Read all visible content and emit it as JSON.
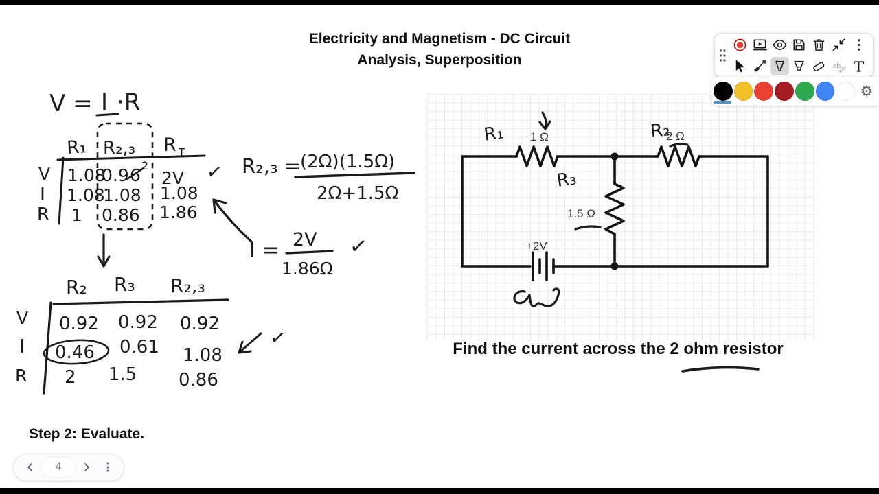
{
  "window": {
    "title_line1": "Electricity and Magnetism - DC Circuit",
    "title_line2": "Analysis, Superposition"
  },
  "notes": {
    "ohms_law": {
      "lhs": "V =",
      "i": "I",
      "dot_r": "·R"
    },
    "table1": {
      "h1": "R₁",
      "h2": "R₂,₃",
      "h3_base": "R",
      "h3_sub": "T",
      "rowV": "V",
      "rowI": "I",
      "rowR": "R",
      "v1": "1.08",
      "v2_base": "0.9",
      "v2_struck": "6",
      "v2_sup": "2",
      "v3": "2V",
      "check": "✓",
      "i1": "1.08",
      "i2": "1.08",
      "i3": "1.08",
      "r1": "1",
      "r2": "0.86",
      "r3": "1.86"
    },
    "r23_formula": {
      "lhs": "R₂,₃ =",
      "num": "(2Ω)(1.5Ω)",
      "den": "2Ω+1.5Ω"
    },
    "current_formula": {
      "lhs": "I =",
      "num": "2V",
      "den": "1.86Ω",
      "check": "✓"
    },
    "table2": {
      "h1": "R₂",
      "h2": "R₃",
      "h3": "R₂,₃",
      "rowV": "V",
      "rowI": "I",
      "rowR": "R",
      "v1": "0.92",
      "v2": "0.92",
      "v3": "0.92",
      "i1": "0.46",
      "i2": "0.61",
      "i3": "1.08",
      "check": "✓",
      "r1": "2",
      "r2": "1.5",
      "r3": "0.86"
    }
  },
  "circuit": {
    "r1_label": "R₁",
    "r1_value": "1 Ω",
    "r2_label": "R₂",
    "r2_value": "2 Ω",
    "r3_label": "R₃",
    "r3_value": "1.5 Ω",
    "battery_label": "+2V"
  },
  "problem_text": "Find the current across the 2 ohm resistor",
  "step_text": "Step 2: Evaluate.",
  "pager": {
    "page": "4"
  },
  "toolbar": {
    "row1_icons": [
      "drag-handle",
      "record",
      "present",
      "preview",
      "save",
      "delete",
      "collapse",
      "more"
    ],
    "row2_icons": [
      "select",
      "laser-pointer",
      "pen",
      "highlighter",
      "eraser",
      "text-recognition",
      "text"
    ],
    "selected_tool": "pen",
    "ab_label": "ab",
    "gear_glyph": "⚙",
    "record_color": "#EA3B2E",
    "palette": [
      {
        "name": "black",
        "hex": "#000000",
        "selected": true
      },
      {
        "name": "yellow",
        "hex": "#F2C029"
      },
      {
        "name": "red",
        "hex": "#E94235"
      },
      {
        "name": "dark-red",
        "hex": "#A61C24"
      },
      {
        "name": "green",
        "hex": "#2FA94F"
      },
      {
        "name": "blue",
        "hex": "#4285F4"
      },
      {
        "name": "white",
        "hex": "#FFFFFF"
      }
    ],
    "selected_color": "black",
    "selection_underline_hex": "#5690C4"
  }
}
